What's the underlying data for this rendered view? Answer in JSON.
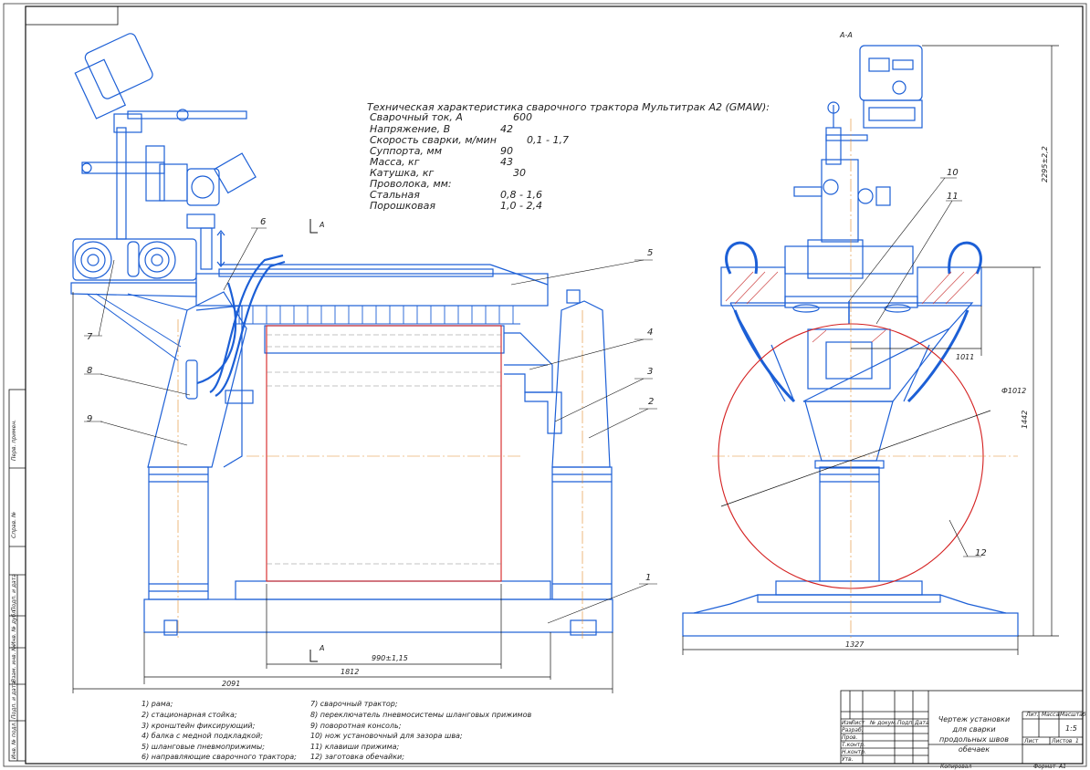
{
  "spec": {
    "title": "Техническая характеристика сварочного трактора Мультитрак А2 (GMAW):",
    "rows": [
      {
        "label": "Сварочный ток, А",
        "value": "600"
      },
      {
        "label": "Напряжение, В",
        "value": "42"
      },
      {
        "label": "Скорость сварки, м/мин",
        "value": "0,1 - 1,7"
      },
      {
        "label": "Суппорта, мм",
        "value": "90"
      },
      {
        "label": "Масса, кг",
        "value": "43"
      },
      {
        "label": "Катушка, кг",
        "value": "30"
      },
      {
        "label": "Проволока, мм:",
        "value": ""
      },
      {
        "label": "Стальная",
        "value": "0,8 - 1,6"
      },
      {
        "label": "Порошковая",
        "value": "1,0 - 2,4"
      }
    ]
  },
  "section_label": "А-А",
  "cut_mark": "А",
  "dims": {
    "d990": "990±1,15",
    "d1812": "1812",
    "d2091": "2091",
    "d1327": "1327",
    "d1011": "1011",
    "d1442": "1442",
    "d2295": "2295±2,2",
    "phi": "Ф1012"
  },
  "callouts": [
    "1",
    "2",
    "3",
    "4",
    "5",
    "6",
    "7",
    "8",
    "9",
    "10",
    "11",
    "12"
  ],
  "legend": {
    "col1": [
      "1) рама;",
      "2) стационарная стойка;",
      "3) кронштейн фиксирующий;",
      "4) балка с медной подкладкой;",
      "5) шланговые пневмоприжимы;",
      "6) направляющие сварочного трактора;"
    ],
    "col2": [
      "7) сварочный трактор;",
      "8) переключатель пневмосистемы шланговых прижимов",
      "9) поворотная консоль;",
      "10) нож установочный для зазора шва;",
      "11) клавиши прижима;",
      "12) заготовка обечайки;"
    ]
  },
  "stamp": {
    "header_cells": [
      "Изм",
      "Лист",
      "№ докум.",
      "Подп.",
      "Дата"
    ],
    "row_labels": [
      "Разраб.",
      "Пров.",
      "Т.контр.",
      "",
      "Н.контр.",
      "Утв."
    ],
    "title": "Чертеж установки для сварки продольных швов обечаек",
    "lit": "Лит.",
    "mass": "Масса",
    "scale": "Масштаб",
    "scale_value": "1:5",
    "sheet": "Лист",
    "sheets": "Листов",
    "sheets_value": "1",
    "copied": "Копировал",
    "format": "Формат",
    "format_value": "А1"
  },
  "side_stamp": [
    "Перв. примен.",
    "Справ. №",
    "Подп. и дата",
    "Инв. № дубл.",
    "Взам. инв. №",
    "Подп. и дата",
    "Инв. № подл."
  ]
}
